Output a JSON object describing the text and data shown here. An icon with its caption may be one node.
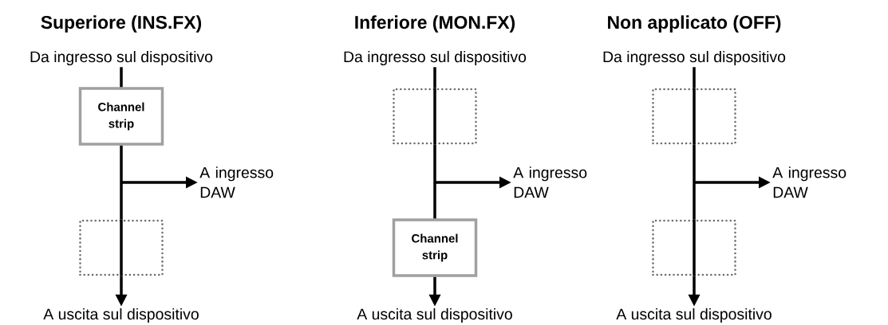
{
  "diagram": {
    "nodes": [
      {
        "text": [
          "Da ingresso sul dispositivo"
        ]
      },
      {
        "text": [
          "Channel strip"
        ]
      },
      {
        "text": [
          "A ingresso DAW"
        ]
      },
      {
        "text": [],
        "shape": "box"
      },
      {
        "text": [
          "A uscita sul dispositivo"
        ]
      },
      {
        "text": [
          "Da ingresso sul dispositivo"
        ]
      },
      {
        "text": [],
        "shape": "box"
      },
      {
        "text": [
          "A ingresso DAW"
        ]
      },
      {
        "text": [
          "Channel strip"
        ]
      },
      {
        "text": [
          "A uscita sul dispositivo"
        ]
      },
      {
        "text": [
          "Da ingresso sul dispositivo"
        ]
      },
      {
        "text": [],
        "shape": "box"
      },
      {
        "text": [
          "A ingresso DAW"
        ]
      },
      {
        "text": [],
        "shape": "box"
      },
      {
        "text": [
          "A uscita sul dispositivo"
        ]
      }
    ],
    "edges": [
      {
        "from": 0,
        "to": 1,
        "arrow": "none"
      },
      {
        "from": 1,
        "to": 3,
        "arrow": "none"
      },
      {
        "from": 3,
        "to": 4,
        "arrow": "to"
      },
      {
        "from": 1,
        "to": 2,
        "arrow": "to"
      },
      {
        "from": 5,
        "to": 6,
        "arrow": "none"
      },
      {
        "from": 6,
        "to": 8,
        "arrow": "none"
      },
      {
        "from": 8,
        "to": 9,
        "arrow": "to"
      },
      {
        "from": 6,
        "to": 7,
        "arrow": "to"
      },
      {
        "from": 10,
        "to": 11,
        "arrow": "none"
      },
      {
        "from": 11,
        "to": 13,
        "arrow": "none"
      },
      {
        "from": 13,
        "to": 14,
        "arrow": "to"
      },
      {
        "from": 11,
        "to": 12,
        "arrow": "to"
      }
    ],
    "labels": [
      "Superiore (INS.FX)",
      "Inferiore (MON.FX)",
      "Non applicato (OFF)"
    ]
  }
}
